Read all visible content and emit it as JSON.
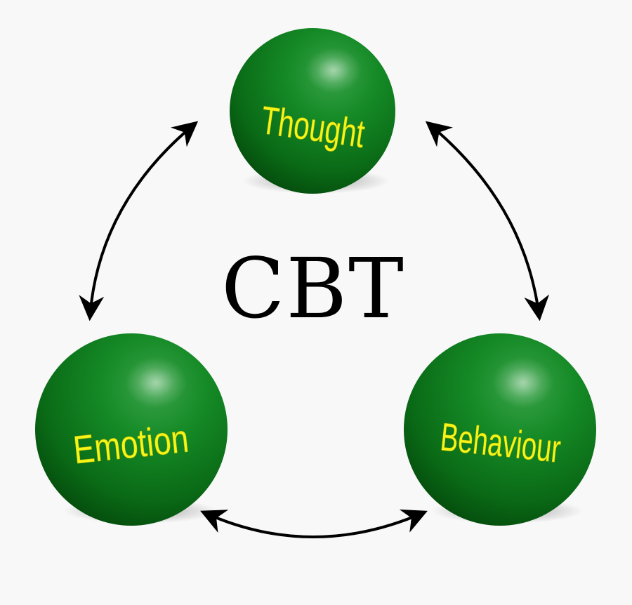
{
  "diagram": {
    "center_title": "CBT",
    "nodes": {
      "thought": {
        "label": "Thought"
      },
      "emotion": {
        "label": "Emotion"
      },
      "behaviour": {
        "label": "Behaviour"
      }
    },
    "colors": {
      "background": "#f8f8f8",
      "sphere": "#0d7a1a",
      "label": "#f6f51a",
      "arrow": "#000000"
    }
  }
}
